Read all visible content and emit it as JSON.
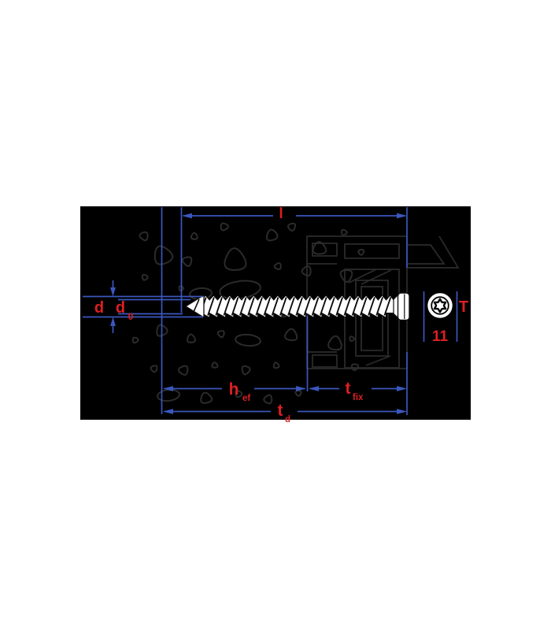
{
  "diagram": {
    "colors": {
      "panel_black": "#000000",
      "dimension_blue": "#3a57bd",
      "label_red": "#dd1f23",
      "texture_gray": "#2b2b2b",
      "screw_white": "#ffffff"
    },
    "icons": {
      "drive_icon": "torx-drive-icon"
    },
    "labels": {
      "length": "l",
      "outer_diameter": "d",
      "drill_diameter_base": "d",
      "drill_diameter_sub": "0",
      "embedment_base": "h",
      "embedment_sub": "ef",
      "fixture_base": "t",
      "fixture_sub": "fix",
      "drill_depth_base": "t",
      "drill_depth_sub": "d",
      "drive_label": "T",
      "drive_size": "11"
    }
  }
}
